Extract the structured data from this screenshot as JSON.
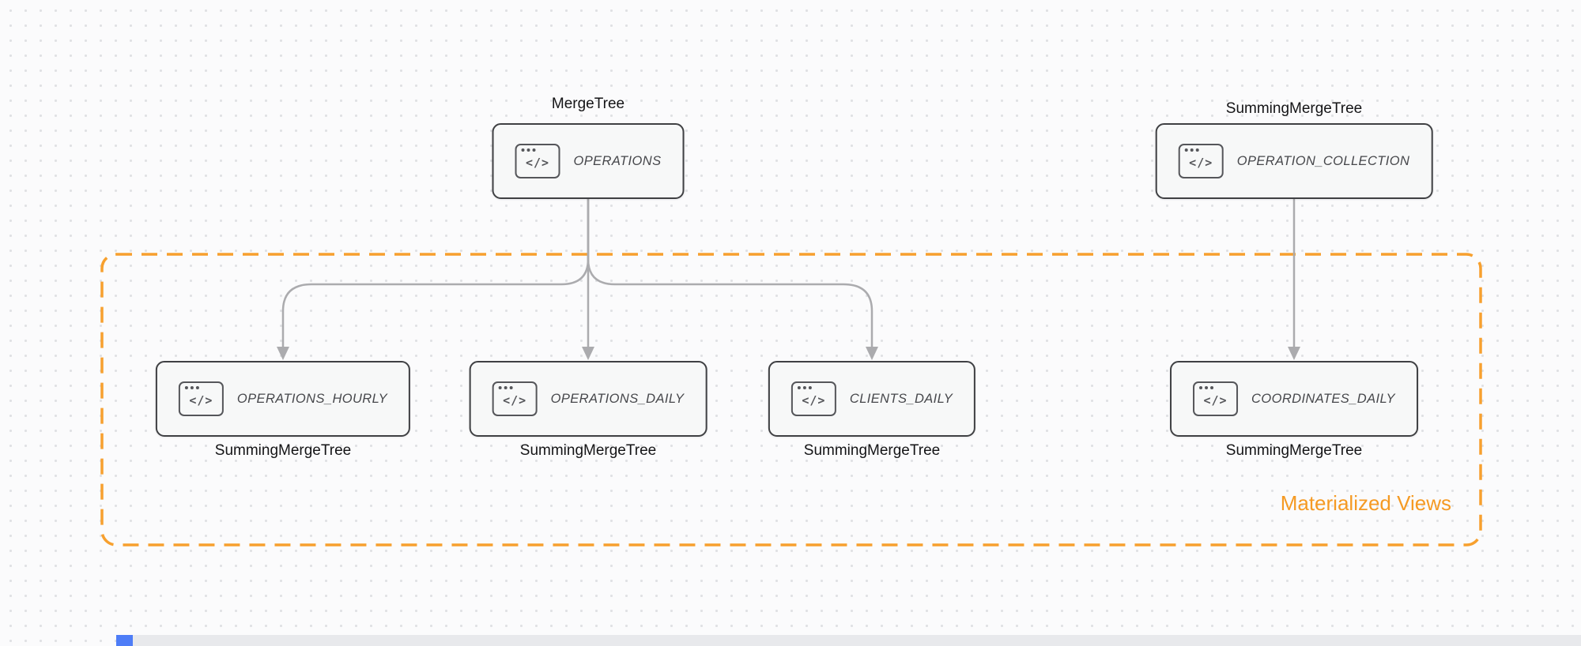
{
  "diagram": {
    "code_glyph": "</>",
    "group": {
      "label": "Materialized Views",
      "border_color": "#F7A02E",
      "label_color": "#F59A23"
    },
    "edge_color": "#ababae",
    "nodes": {
      "operations": {
        "label": "OPERATIONS",
        "engine": "MergeTree"
      },
      "operation_collection": {
        "label": "OPERATION_COLLECTION",
        "engine": "SummingMergeTree"
      },
      "operations_hourly": {
        "label": "OPERATIONS_HOURLY",
        "engine": "SummingMergeTree"
      },
      "operations_daily": {
        "label": "OPERATIONS_DAILY",
        "engine": "SummingMergeTree"
      },
      "clients_daily": {
        "label": "CLIENTS_DAILY",
        "engine": "SummingMergeTree"
      },
      "coordinates_daily": {
        "label": "COORDINATES_DAILY",
        "engine": "SummingMergeTree"
      }
    }
  }
}
